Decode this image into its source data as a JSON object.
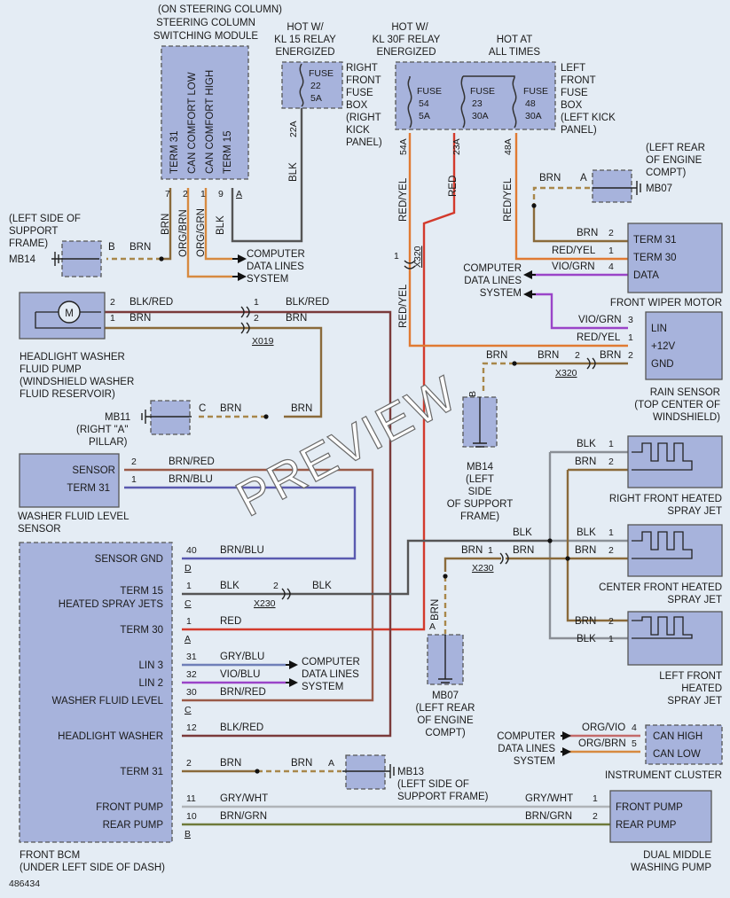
{
  "figure_id": "486434",
  "watermark": "PREVIEW",
  "colors": {
    "background": "#e4ecf4",
    "component_fill": "#a7b3dc",
    "wire_red": "#d33a2c",
    "wire_red_yel": "#e07a32",
    "wire_brn": "#8a6a3a",
    "wire_brn_dash": "#a8874a",
    "wire_blk": "#555555",
    "wire_gray": "#8a8f96",
    "wire_org": "#d78a40",
    "wire_vio": "#9a44c8",
    "wire_blk_red": "#7a3a3a",
    "wire_blue": "#5a5ab0",
    "wire_gry_blu": "#6f7fb8",
    "wire_brn_grn": "#6f7a3a"
  },
  "scm": {
    "title1": "(ON STEERING COLUMN)",
    "title2": "STEERING COLUMN",
    "title3": "SWITCHING MODULE",
    "pins": [
      "TERM 31",
      "CAN COMFORT LOW",
      "CAN COMFORT HIGH",
      "TERM 15"
    ],
    "pin_nums": [
      "7",
      "2",
      "1",
      "9"
    ],
    "pin_a": "A",
    "wires": [
      "BRN",
      "ORG/BRN",
      "ORG/GRN",
      "BLK"
    ]
  },
  "kl15": {
    "l1": "HOT W/",
    "l2": "KL 15 RELAY",
    "l3": "ENERGIZED"
  },
  "rffb": {
    "fuse_l": "FUSE",
    "fuse_n": "22",
    "fuse_a": "5A",
    "l1": "RIGHT",
    "l2": "FRONT",
    "l3": "FUSE",
    "l4": "BOX",
    "l5": "(RIGHT",
    "l6": "KICK",
    "l7": "PANEL)",
    "pin": "22A",
    "wire": "BLK"
  },
  "kl30": {
    "l1": "HOT W/",
    "l2": "KL 30F RELAY",
    "l3": "ENERGIZED"
  },
  "hot_all": {
    "l1": "HOT AT",
    "l2": "ALL TIMES"
  },
  "lffb": {
    "f1": {
      "l": "FUSE",
      "n": "54",
      "a": "5A"
    },
    "f2": {
      "l": "FUSE",
      "n": "23",
      "a": "30A"
    },
    "f3": {
      "l": "FUSE",
      "n": "48",
      "a": "30A"
    },
    "l1": "LEFT",
    "l2": "FRONT",
    "l3": "FUSE",
    "l4": "BOX",
    "l5": "(LEFT KICK",
    "l6": "PANEL)",
    "pins": [
      "54A",
      "23A",
      "48A"
    ],
    "wires": [
      "RED/YEL",
      "RED",
      "RED/YEL"
    ]
  },
  "mb14_top": {
    "l1": "(LEFT SIDE OF",
    "l2": "SUPPORT",
    "l3": "FRAME)",
    "l4": "MB14",
    "pin": "B",
    "wire": "BRN"
  },
  "cdl1": {
    "l1": "COMPUTER",
    "l2": "DATA LINES",
    "l3": "SYSTEM"
  },
  "mb07_top": {
    "l1": "(LEFT REAR",
    "l2": "OF ENGINE",
    "l3": "COMPT)",
    "l4": "MB07",
    "pin": "A",
    "wire": "BRN"
  },
  "wiper": {
    "pins": [
      "TERM 31",
      "TERM 30",
      "DATA"
    ],
    "nums": [
      "2",
      "1",
      "4"
    ],
    "wires": [
      "BRN",
      "RED/YEL",
      "VIO/GRN"
    ],
    "label": "FRONT WIPER MOTOR"
  },
  "cdl2": {
    "l1": "COMPUTER",
    "l2": "DATA LINES",
    "l3": "SYSTEM"
  },
  "rain": {
    "pins": [
      "LIN",
      "+12V",
      "GND"
    ],
    "nums": [
      "3",
      "1",
      "2"
    ],
    "wires": [
      "VIO/GRN",
      "RED/YEL",
      "BRN"
    ],
    "l1": "RAIN SENSOR",
    "l2": "(TOP CENTER OF",
    "l3": "WINDSHIELD)"
  },
  "x320": "X320",
  "x320_pin": "1",
  "x320b": {
    "pin": "2",
    "label": "X320",
    "wire_l": "BRN",
    "wire_r": "BRN"
  },
  "hwp": {
    "pins": [
      "2",
      "1"
    ],
    "wires": [
      "BLK/RED",
      "BRN"
    ],
    "l1": "HEADLIGHT WASHER",
    "l2": "FLUID PUMP",
    "l3": "(WINDSHIELD WASHER",
    "l4": "FLUID RESERVOIR)",
    "motor": "M"
  },
  "x019": {
    "pins": [
      "1",
      "2"
    ],
    "label": "X019",
    "wires": [
      "BLK/RED",
      "BRN"
    ]
  },
  "mb11": {
    "l1": "MB11",
    "l2": "(RIGHT \"A\"",
    "l3": "PILLAR)",
    "pin": "C",
    "wire_l": "BRN",
    "wire_r": "BRN"
  },
  "mb14_mid": {
    "pin": "B",
    "l1": "MB14",
    "l2": "(LEFT",
    "l3": "SIDE",
    "l4": "OF SUPPORT",
    "l5": "FRAME)"
  },
  "wfls": {
    "pins": [
      "SENSOR",
      "TERM 31"
    ],
    "nums": [
      "2",
      "1"
    ],
    "wires": [
      "BRN/RED",
      "BRN/BLU"
    ],
    "l1": "WASHER FLUID LEVEL",
    "l2": "SENSOR"
  },
  "rfhj": {
    "nums": [
      "1",
      "2"
    ],
    "wires": [
      "BLK",
      "BRN"
    ],
    "l1": "RIGHT FRONT HEATED",
    "l2": "SPRAY JET"
  },
  "cfhj": {
    "nums": [
      "1",
      "2"
    ],
    "wires": [
      "BLK",
      "BRN"
    ],
    "l1": "CENTER FRONT HEATED",
    "l2": "SPRAY JET",
    "top_wire": "BLK"
  },
  "lfhj": {
    "nums": [
      "2",
      "1"
    ],
    "wires": [
      "BRN",
      "BLK"
    ],
    "l1": "LEFT FRONT",
    "l2": "HEATED",
    "l3": "SPRAY JET"
  },
  "x230a": {
    "pin": "1",
    "wire_l": "BRN",
    "wire_r": "BRN",
    "label": "X230"
  },
  "bcm": {
    "rows": [
      {
        "label": "SENSOR GND",
        "num": "40",
        "wire": "BRN/BLU",
        "conn": "D"
      },
      {
        "label": "TERM 15",
        "label2": "HEATED SPRAY JETS",
        "num": "1",
        "wire": "BLK",
        "conn": "C"
      },
      {
        "label": "TERM 30",
        "num": "1",
        "wire": "RED",
        "conn": "A"
      },
      {
        "label": "LIN 3",
        "num": "31",
        "wire": "GRY/BLU",
        "conn": ""
      },
      {
        "label": "LIN 2",
        "num": "32",
        "wire": "VIO/BLU",
        "conn": ""
      },
      {
        "label": "WASHER FLUID LEVEL",
        "num": "30",
        "wire": "BRN/RED",
        "conn": "C"
      },
      {
        "label": "HEADLIGHT WASHER",
        "num": "12",
        "wire": "BLK/RED",
        "conn": ""
      },
      {
        "label": "TERM 31",
        "num": "2",
        "wire": "BRN",
        "conn": ""
      },
      {
        "label": "FRONT PUMP",
        "num": "11",
        "wire": "GRY/WHT",
        "conn": ""
      },
      {
        "label": "REAR PUMP",
        "num": "10",
        "wire": "BRN/GRN",
        "conn": "B"
      }
    ],
    "l1": "FRONT BCM",
    "l2": "(UNDER LEFT SIDE OF DASH)"
  },
  "x230b": {
    "pin": "2",
    "wire": "BLK",
    "label": "X230"
  },
  "mb07_mid": {
    "pin": "A",
    "wire": "BRN",
    "l1": "MB07",
    "l2": "(LEFT REAR",
    "l3": "OF ENGINE",
    "l4": "COMPT)"
  },
  "cdl3": {
    "l1": "COMPUTER",
    "l2": "DATA LINES",
    "l3": "SYSTEM"
  },
  "mb13": {
    "pin": "A",
    "wire": "BRN",
    "l1": "MB13",
    "l2": "(LEFT SIDE OF",
    "l3": "SUPPORT FRAME)"
  },
  "cluster": {
    "pins": [
      "CAN HIGH",
      "CAN LOW"
    ],
    "nums": [
      "4",
      "5"
    ],
    "wires": [
      "ORG/VIO",
      "ORG/BRN"
    ],
    "label": "INSTRUMENT CLUSTER",
    "cdl1": "COMPUTER",
    "cdl2": "DATA LINES",
    "cdl3": "SYSTEM"
  },
  "dmwp": {
    "pins": [
      "FRONT PUMP",
      "REAR PUMP"
    ],
    "nums": [
      "1",
      "2"
    ],
    "wires": [
      "GRY/WHT",
      "BRN/GRN"
    ],
    "l1": "DUAL MIDDLE",
    "l2": "WASHING PUMP"
  }
}
